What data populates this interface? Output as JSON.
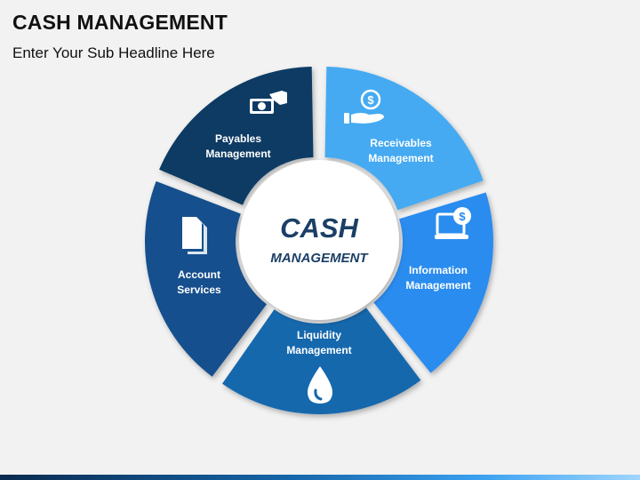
{
  "header": {
    "title": "CASH MANAGEMENT",
    "subtitle": "Enter Your Sub Headline Here"
  },
  "center": {
    "line1": "CASH",
    "line2": "MANAGEMENT"
  },
  "segments": [
    {
      "id": "payables",
      "line1": "Payables",
      "line2": "Management",
      "color": "#0d3a63",
      "icon": "cash-hand-icon"
    },
    {
      "id": "receivables",
      "line1": "Receivables",
      "line2": "Management",
      "color": "#45aaf2",
      "icon": "dollar-hand-icon"
    },
    {
      "id": "information",
      "line1": "Information",
      "line2": "Management",
      "color": "#2a8cef",
      "icon": "laptop-dollar-icon"
    },
    {
      "id": "liquidity",
      "line1": "Liquidity",
      "line2": "Management",
      "color": "#1467ad",
      "icon": "water-drop-icon"
    },
    {
      "id": "account",
      "line1": "Account",
      "line2": "Services",
      "color": "#14508d",
      "icon": "documents-icon"
    }
  ]
}
